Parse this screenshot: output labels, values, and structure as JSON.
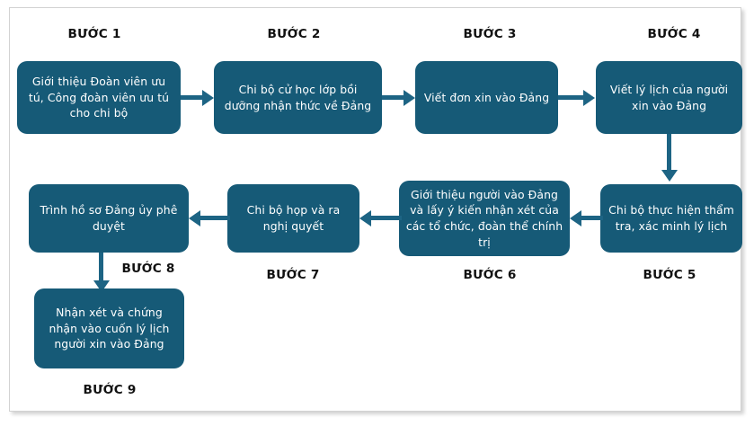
{
  "diagram": {
    "title_colors": {
      "node_fill": "#165a77",
      "connector": "#1d6484",
      "node_text": "#ffffff",
      "label_text": "#111111",
      "frame_border": "#d2d2d2",
      "background": "#ffffff"
    },
    "steps": [
      {
        "id": "step-1",
        "label": "BƯỚC 1",
        "text": "Giới thiệu Đoàn viên ưu tú, Công đoàn viên ưu tú cho chi bộ"
      },
      {
        "id": "step-2",
        "label": "BƯỚC 2",
        "text": "Chi bộ cử học lớp bồi dưỡng nhận thức về Đảng"
      },
      {
        "id": "step-3",
        "label": "BƯỚC 3",
        "text": "Viết đơn xin vào Đảng"
      },
      {
        "id": "step-4",
        "label": "BƯỚC 4",
        "text": "Viết lý lịch của người xin vào Đảng"
      },
      {
        "id": "step-5",
        "label": "BƯỚC 5",
        "text": "Chi bộ thực hiện thẩm tra, xác minh lý lịch"
      },
      {
        "id": "step-6",
        "label": "BƯỚC 6",
        "text": "Giới thiệu người vào Đảng và lấy ý kiến nhận xét của các tổ chức, đoàn thể chính trị"
      },
      {
        "id": "step-7",
        "label": "BƯỚC 7",
        "text": "Chi bộ họp và ra nghị quyết"
      },
      {
        "id": "step-8",
        "label": "BƯỚC 8",
        "text": "Trình hồ sơ Đảng ủy phê duyệt"
      },
      {
        "id": "step-9",
        "label": "BƯỚC 9",
        "text": "Nhận xét và chứng nhận vào cuốn lý lịch người xin vào Đảng"
      }
    ],
    "connectors": [
      {
        "id": "arrow-1-2",
        "from": "step-1",
        "to": "step-2",
        "direction": "right"
      },
      {
        "id": "arrow-2-3",
        "from": "step-2",
        "to": "step-3",
        "direction": "right"
      },
      {
        "id": "arrow-3-4",
        "from": "step-3",
        "to": "step-4",
        "direction": "right"
      },
      {
        "id": "arrow-4-5",
        "from": "step-4",
        "to": "step-5",
        "direction": "down"
      },
      {
        "id": "arrow-5-6",
        "from": "step-5",
        "to": "step-6",
        "direction": "left"
      },
      {
        "id": "arrow-6-7",
        "from": "step-6",
        "to": "step-7",
        "direction": "left"
      },
      {
        "id": "arrow-7-8",
        "from": "step-7",
        "to": "step-8",
        "direction": "left"
      },
      {
        "id": "arrow-8-9",
        "from": "step-8",
        "to": "step-9",
        "direction": "down"
      }
    ]
  }
}
